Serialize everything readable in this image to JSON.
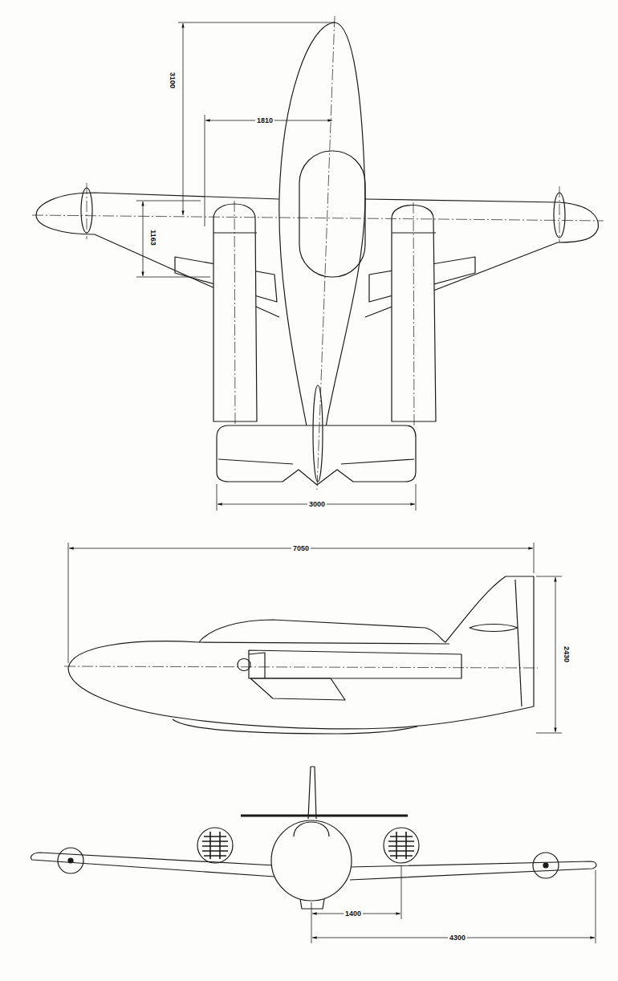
{
  "diagram": {
    "labels": [
      "3100",
      "1810",
      "1163",
      "3000",
      "7050",
      "2430",
      "1400",
      "4300"
    ]
  }
}
